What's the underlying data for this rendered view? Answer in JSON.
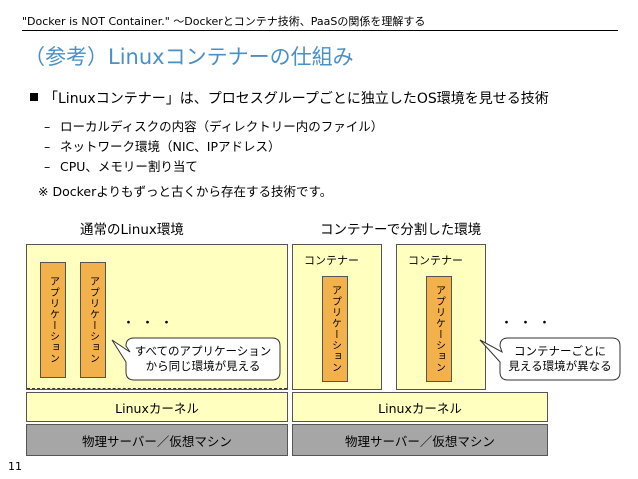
{
  "header": {
    "text": "\"Docker is NOT Container.\" 〜Dockerとコンテナ技術、PaaSの関係を理解する"
  },
  "slide": {
    "title": "（参考）Linuxコンテナーの仕組み",
    "bullet": "「Linuxコンテナー」は、プロセスグループごとに独立したOS環境を見せる技術",
    "subitems": [
      "ローカルディスクの内容（ディレクトリー内のファイル）",
      "ネットワーク環境（NIC、IPアドレス）",
      "CPU、メモリー割り当て"
    ],
    "dash": "–",
    "note": "※ Dockerよりもずっと古くから存在する技術です。",
    "page_number": "11"
  },
  "left_diagram": {
    "title": "通常のLinux環境",
    "apps": [
      "アプリケーション",
      "アプリケーション"
    ],
    "dots": "・・・",
    "callout": [
      "すべてのアプリケーション",
      "から同じ環境が見える"
    ],
    "kernel": "Linuxカーネル",
    "hardware": "物理サーバー／仮想マシン"
  },
  "right_diagram": {
    "title": "コンテナーで分割した環境",
    "containers": [
      {
        "label": "コンテナー",
        "app": "アプリケーション"
      },
      {
        "label": "コンテナー",
        "app": "アプリケーション"
      }
    ],
    "dots": "・・・",
    "callout": [
      "コンテナーごとに",
      "見える環境が異なる"
    ],
    "kernel": "Linuxカーネル",
    "hardware": "物理サーバー／仮想マシン"
  },
  "colors": {
    "title": "#4a90c8",
    "app_fill": "#f2b14a",
    "box_fill": "#ffffc0",
    "hardware_fill": "#a6a6a6"
  }
}
